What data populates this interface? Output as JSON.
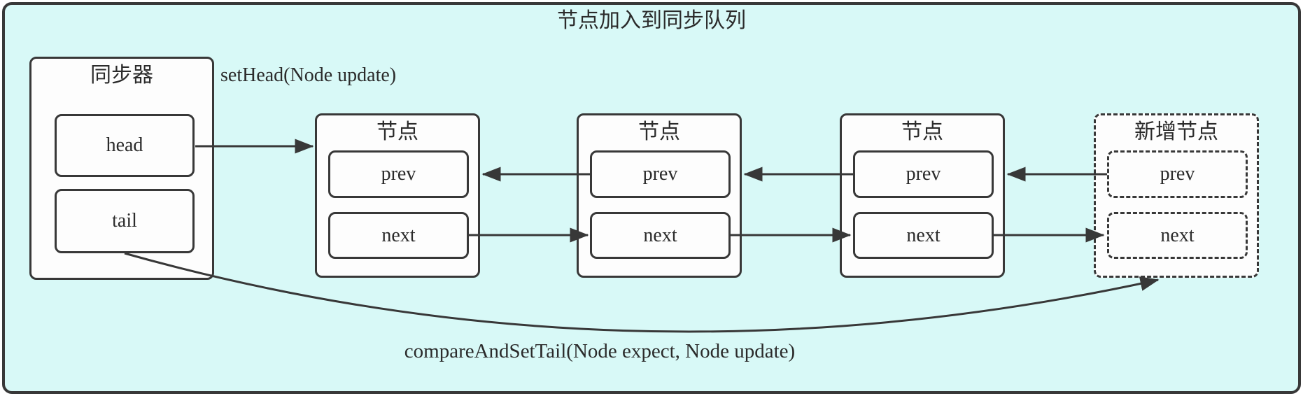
{
  "diagram": {
    "title": "节点加入到同步队列",
    "labels": {
      "set_head": "setHead(Node update)",
      "compare_and_set_tail": "compareAndSetTail(Node expect, Node update)"
    },
    "synchronizer": {
      "title": "同步器",
      "fields": [
        "head",
        "tail"
      ]
    },
    "nodes": [
      {
        "id": "node-1",
        "title": "节点",
        "fields": [
          "prev",
          "next"
        ],
        "style": "solid"
      },
      {
        "id": "node-2",
        "title": "节点",
        "fields": [
          "prev",
          "next"
        ],
        "style": "solid"
      },
      {
        "id": "node-3",
        "title": "节点",
        "fields": [
          "prev",
          "next"
        ],
        "style": "solid"
      },
      {
        "id": "new-node",
        "title": "新增节点",
        "fields": [
          "prev",
          "next"
        ],
        "style": "dashed"
      }
    ],
    "edges": [
      {
        "from": "synchronizer.head",
        "to": "node-1",
        "annotation_key": "set_head"
      },
      {
        "from": "node-2.prev",
        "to": "node-1"
      },
      {
        "from": "node-1.next",
        "to": "node-2.next"
      },
      {
        "from": "node-3.prev",
        "to": "node-2"
      },
      {
        "from": "node-2.next",
        "to": "node-3.next"
      },
      {
        "from": "new-node.prev",
        "to": "node-3"
      },
      {
        "from": "node-3.next",
        "to": "new-node.next"
      },
      {
        "from": "synchronizer.tail",
        "to": "new-node",
        "annotation_key": "compare_and_set_tail",
        "shape": "curved"
      }
    ],
    "colors": {
      "page_background": "#ffffff",
      "panel_background": "#d8f9f7",
      "border": "#383838",
      "box_fill": "#fdfdfd",
      "text": "#2b2b2b"
    }
  }
}
